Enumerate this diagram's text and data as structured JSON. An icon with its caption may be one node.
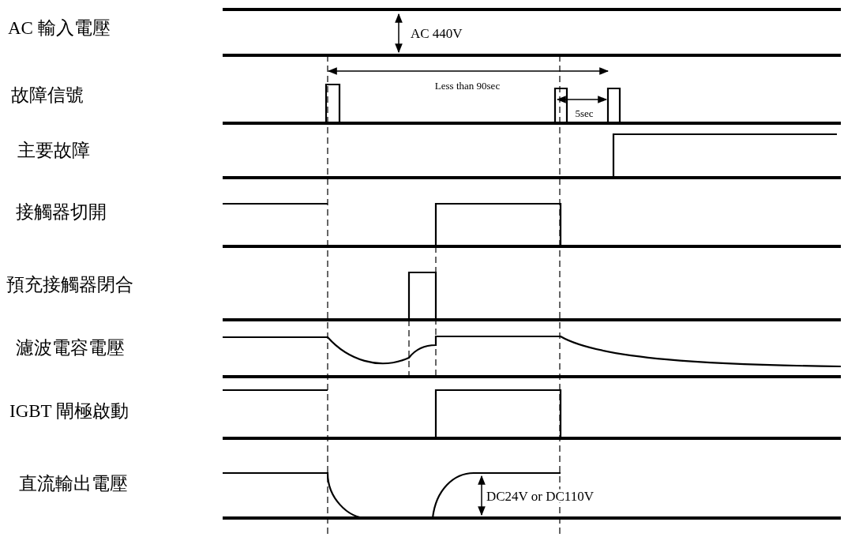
{
  "diagram": {
    "labels": [
      "AC 輸入電壓",
      "AC 440V",
      "故障信號",
      "Less than 90sec",
      "5sec",
      "主要故障",
      "接觸器切開",
      "預充接觸器閉合",
      "濾波電容電壓",
      "IGBT 閘極啟動",
      "直流輸出電壓",
      "DC24V or DC110V"
    ]
  }
}
